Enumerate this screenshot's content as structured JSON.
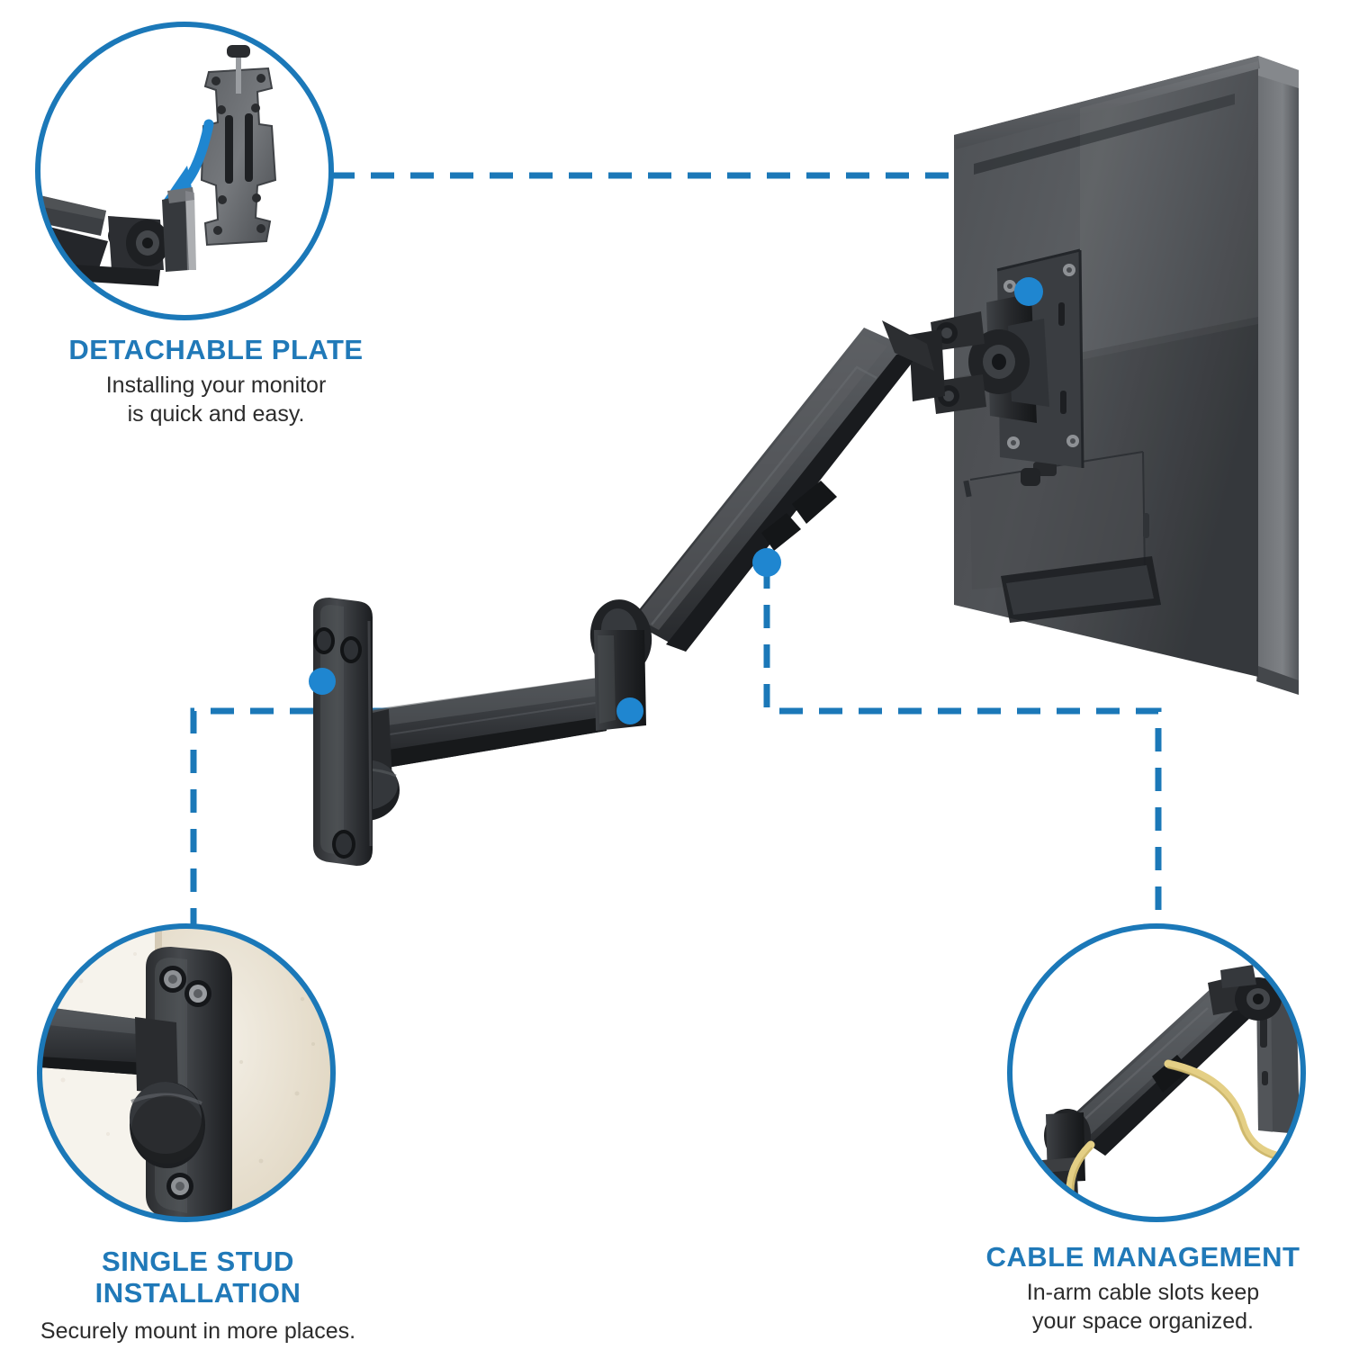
{
  "theme": {
    "accent_blue": "#1b78b8",
    "dot_blue": "#1f86d0",
    "heading_blue": "#2079b8",
    "body_text": "#2c2c2c",
    "background": "#ffffff",
    "hardware_dark": "#2a2c2f",
    "monitor_gray": "#55585c",
    "wall_tan": "#e8ddc8",
    "cable_yellow": "#e8d48a"
  },
  "callouts": [
    {
      "id": "detachable-plate",
      "title": "DETACHABLE PLATE",
      "subtitle_line1": "Installing your monitor",
      "subtitle_line2": "is quick and easy.",
      "circle_position": "top-left",
      "icon": "vesa-plate-with-down-arrow"
    },
    {
      "id": "single-stud-installation",
      "title_line1": "SINGLE STUD",
      "title_line2": "INSTALLATION",
      "subtitle_line1": "Securely mount in more places.",
      "circle_position": "bottom-left",
      "icon": "wall-plate-on-stud"
    },
    {
      "id": "cable-management",
      "title": "CABLE MANAGEMENT",
      "subtitle_line1": "In-arm cable slots keep",
      "subtitle_line2": "your space organized.",
      "circle_position": "bottom-right",
      "icon": "arm-with-routed-cable"
    }
  ],
  "product": {
    "name": "gas-spring-monitor-wall-mount",
    "parts": [
      "monitor-rear-panel",
      "vesa-mount-head",
      "gas-spring-arm",
      "lower-extension-arm",
      "wall-mount-plate"
    ]
  },
  "connectors": [
    {
      "id": "leader-detachable",
      "from": "detachable-plate-circle",
      "to": "vesa-head-dot"
    },
    {
      "id": "leader-cable",
      "from": "gas-spring-arm-dot",
      "to": "cable-management-circle"
    },
    {
      "id": "leader-stud",
      "from": "wall-plate-dot",
      "to": "single-stud-circle"
    }
  ]
}
